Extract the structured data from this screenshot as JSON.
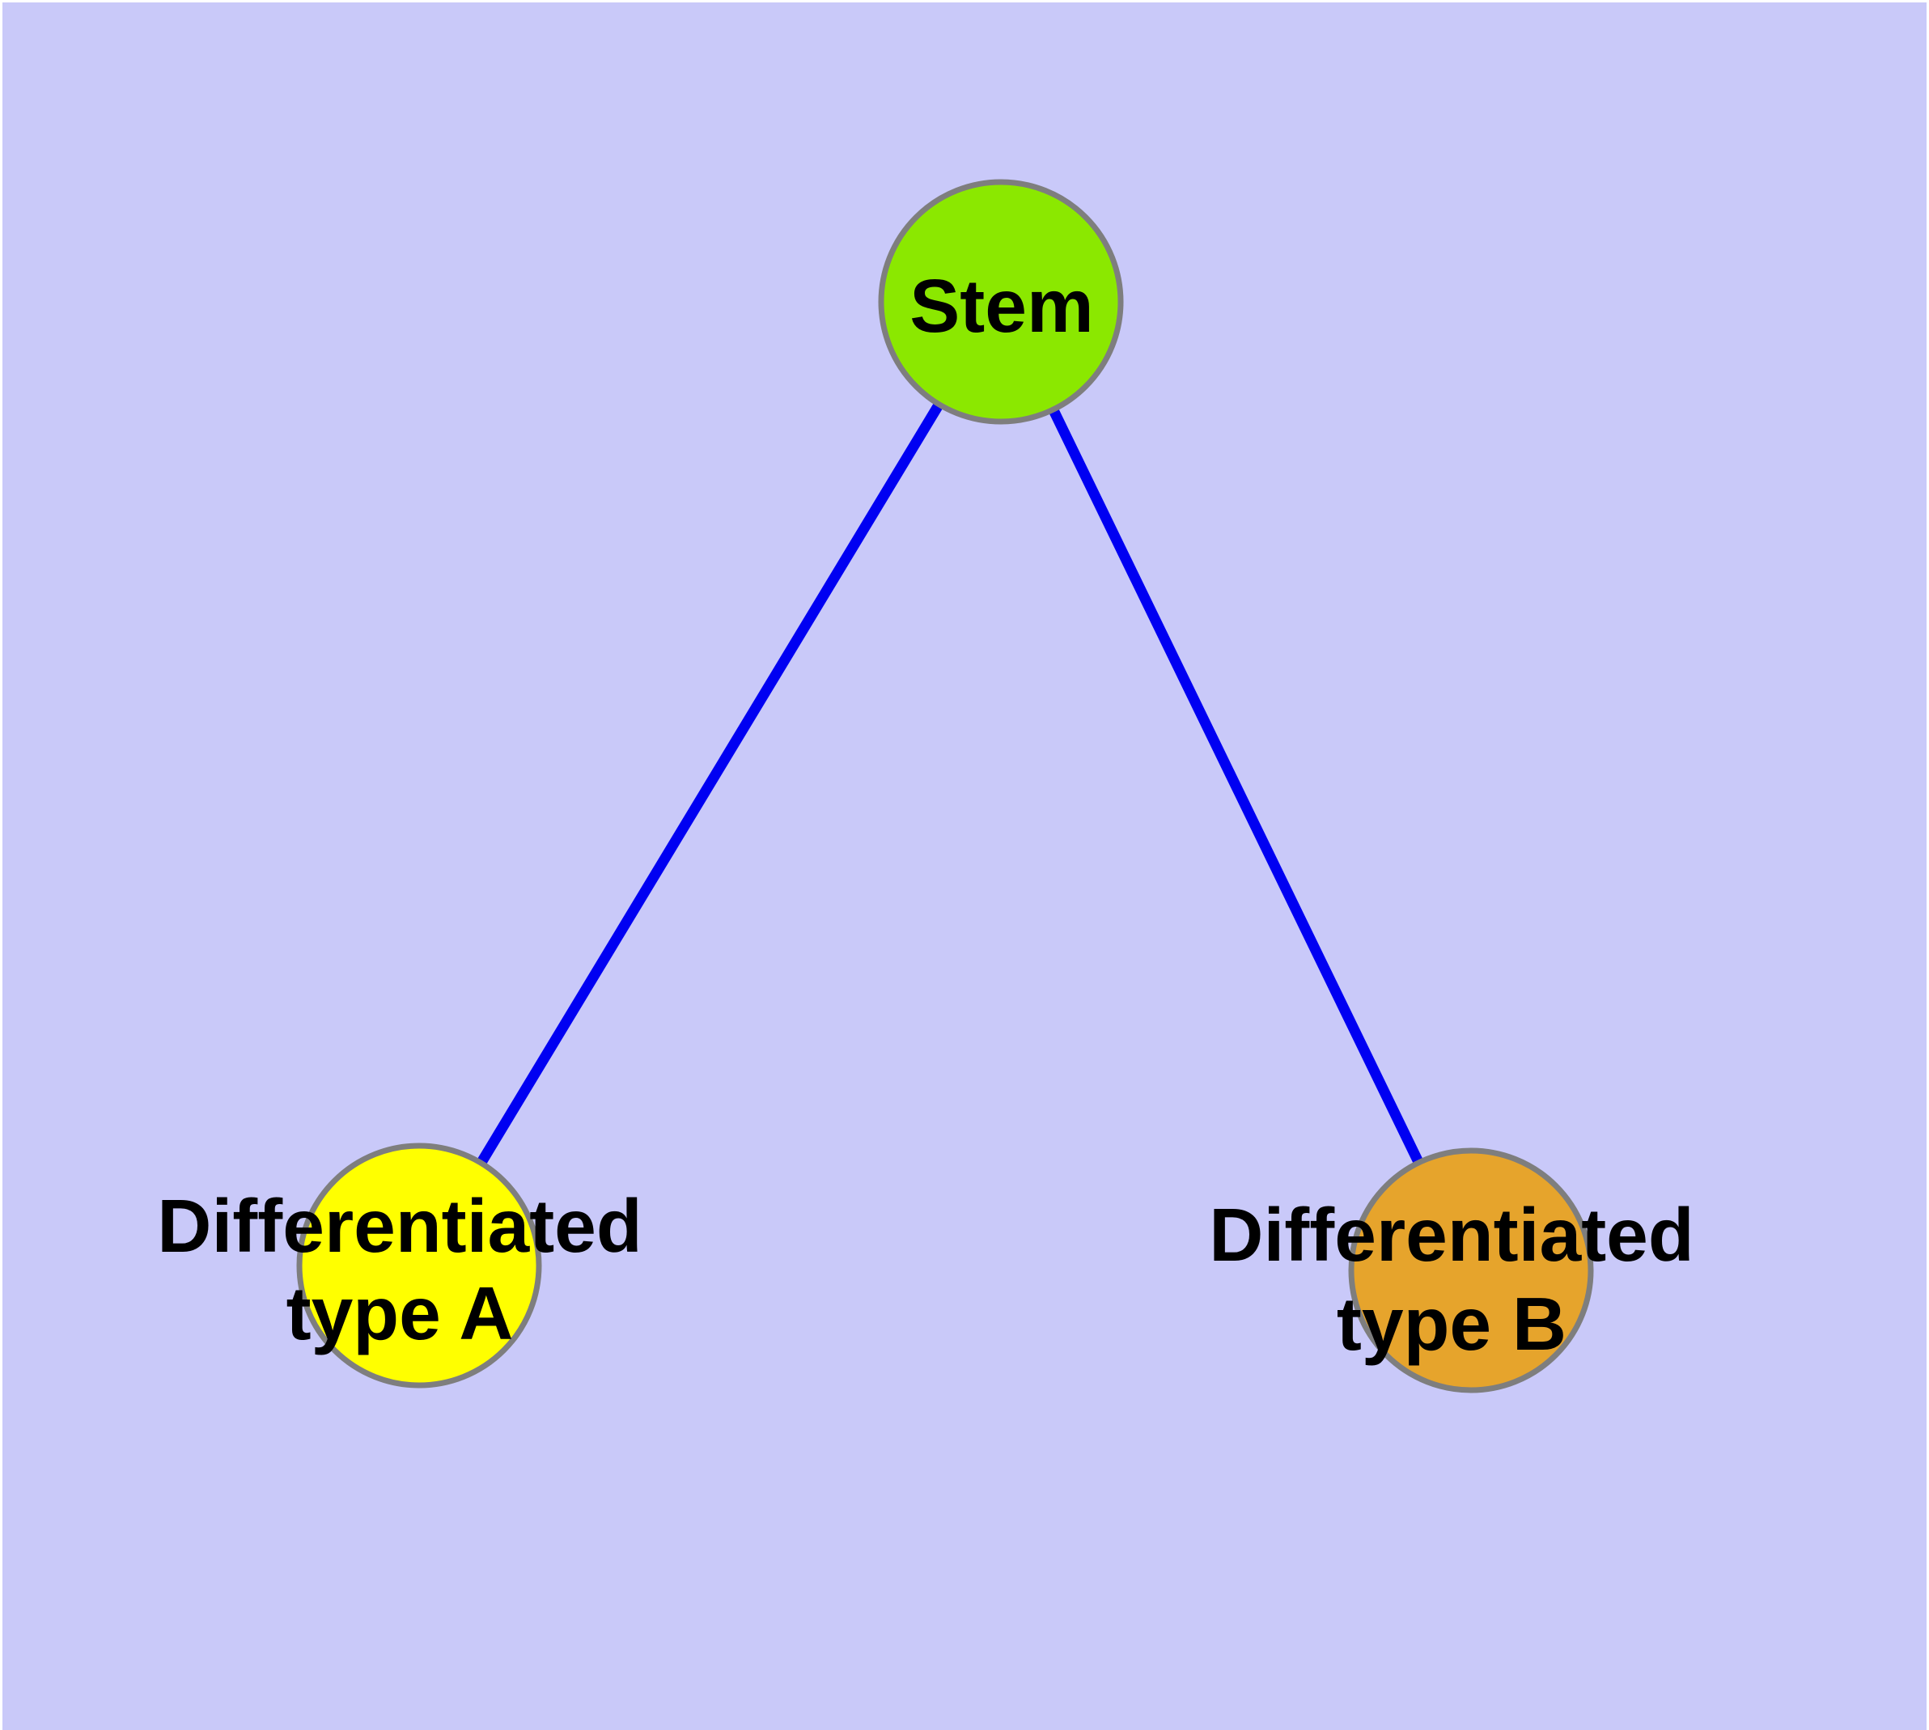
{
  "diagram": {
    "type": "graph",
    "description": "Stem cell differentiation tree: one stem node with two differentiated child types",
    "background_color": "#C9C9F9",
    "frame_color": "#FFFFFF",
    "edge_color": "#0000F2",
    "node_border_color": "#7E7E7E",
    "label_color": "#000000",
    "nodes": [
      {
        "id": "stem",
        "label_lines": [
          "Stem"
        ],
        "color": "#8BE800"
      },
      {
        "id": "differentiated-type-a",
        "label_lines": [
          "Differentiated",
          "type A"
        ],
        "color": "#FFFF00"
      },
      {
        "id": "differentiated-type-b",
        "label_lines": [
          "Differentiated",
          "type B"
        ],
        "color": "#E6A42C"
      }
    ],
    "edges": [
      {
        "from": "stem",
        "to": "differentiated-type-a"
      },
      {
        "from": "stem",
        "to": "differentiated-type-b"
      }
    ]
  }
}
